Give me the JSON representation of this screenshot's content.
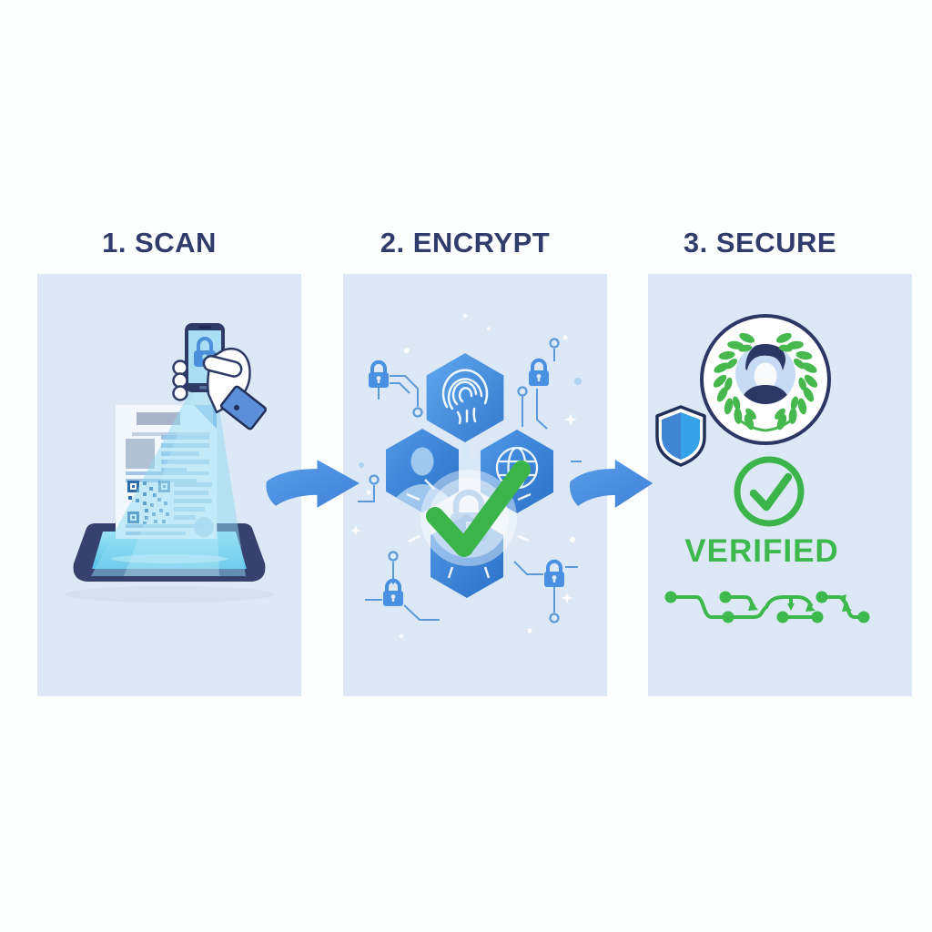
{
  "page": {
    "type": "three-step-security-infographic",
    "background": "#fdfefe"
  },
  "colors": {
    "panel_background": "#dce8f5",
    "title_navy": "#303c6b",
    "primary_blue": "#4a90e2",
    "screen_cyan": "#8fd9f2",
    "success_green": "#3cb84c",
    "wreath_green": "#46b84e",
    "arrow_blue": "#4a8fe0"
  },
  "steps": [
    {
      "label": "1. SCAN",
      "icons": [
        "smartphone-icon",
        "lock-icon",
        "hand-icon",
        "scan-beam",
        "document-icon",
        "qr-code-icon",
        "stamp-icon",
        "tablet-icon"
      ]
    },
    {
      "label": "2. ENCRYPT",
      "icons": [
        "fingerprint-hexagon-icon",
        "user-hexagon-icon",
        "globe-hexagon-icon",
        "hexagon-icon",
        "verify-circle",
        "ghost-padlock-icon",
        "checkmark-icon",
        "padlock-icon",
        "circuit-lines",
        "sparkles"
      ]
    },
    {
      "label": "3. SECURE",
      "verified_label": "VERIFIED",
      "icons": [
        "laurel-badge-icon",
        "avatar-icon",
        "laurel-wreath-icon",
        "shield-icon",
        "check-circle-icon",
        "circuit-trace-icon"
      ]
    }
  ],
  "arrows": [
    {
      "name": "arrow-step1-to-step2"
    },
    {
      "name": "arrow-step2-to-step3"
    }
  ]
}
